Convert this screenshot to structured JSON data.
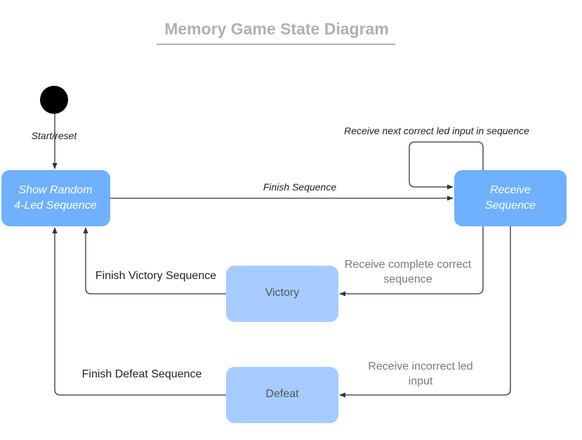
{
  "title": "Memory Game State Diagram",
  "colors": {
    "active_state": "#6fb0ff",
    "outcome_state": "#a6ccff",
    "initial_node": "#000000",
    "edge": "#333333",
    "title": "#b0b0b0"
  },
  "states": {
    "show": {
      "line1": "Show Random",
      "line2": "4-Led Sequence"
    },
    "receive": {
      "line1": "Receive",
      "line2": "Sequence"
    },
    "victory": {
      "label": "Victory"
    },
    "defeat": {
      "label": "Defeat"
    }
  },
  "transitions": {
    "start": "Start/reset",
    "finish_sequence": "Finish Sequence",
    "self_loop": "Receive next correct led input in sequence",
    "complete_correct": {
      "line1": "Receive complete correct",
      "line2": "sequence"
    },
    "victory_back": "Finish Victory Sequence",
    "incorrect": {
      "line1": "Receive incorrect led",
      "line2": "input"
    },
    "defeat_back": "Finish Defeat Sequence"
  }
}
